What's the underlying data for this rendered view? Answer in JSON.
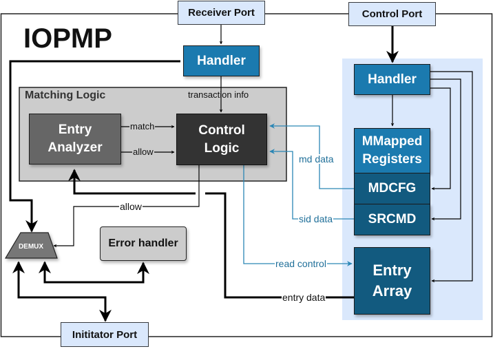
{
  "title": "IOPMP",
  "ports": {
    "receiver": "Receiver Port",
    "control": "Control Port",
    "initiator": "Inititator Port"
  },
  "blocks": {
    "handler_left": "Handler",
    "handler_right": "Handler",
    "matching_logic": "Matching Logic",
    "entry_analyzer_line1": "Entry",
    "entry_analyzer_line2": "Analyzer",
    "control_logic_line1": "Control",
    "control_logic_line2": "Logic",
    "mmapped_line1": "MMapped",
    "mmapped_line2": "Registers",
    "mdcfg": "MDCFG",
    "srcmd": "SRCMD",
    "entry_array_line1": "Entry",
    "entry_array_line2": "Array",
    "error_handler": "Error handler",
    "demux": "DEMUX"
  },
  "edge_labels": {
    "transaction_info": "transaction info",
    "match": "match",
    "allow_inner": "allow",
    "allow_outer": "allow",
    "md_data": "md data",
    "sid_data": "sid data",
    "read_control": "read control",
    "entry_data": "entry data"
  },
  "colors": {
    "port_fill": "#dae8fc",
    "handler_blue": "#1b7aaf",
    "register_dark_blue": "#125a7f",
    "matching_bg": "#cccccc",
    "entry_analyzer": "#666666",
    "control_logic": "#333333",
    "control_region": "#dae8fc",
    "data_line_blue": "#2a86b5"
  }
}
